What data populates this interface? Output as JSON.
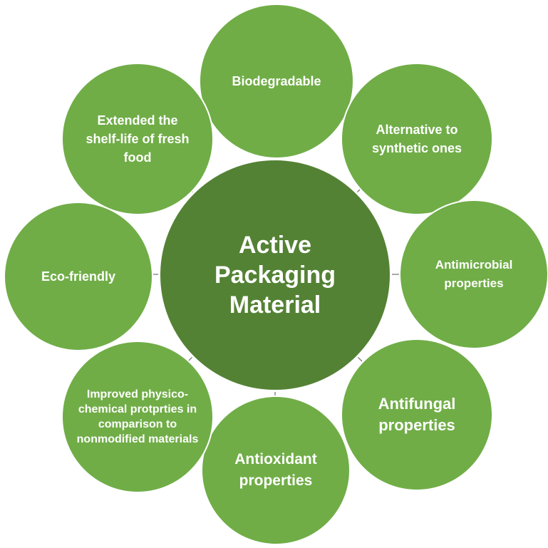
{
  "colors": {
    "center_fill": "#548235",
    "satellite_fill": "#70ad47",
    "connector": "#555555",
    "text": "#ffffff"
  },
  "center": {
    "label": "Active Packaging Material"
  },
  "satellites": {
    "biodegradable": "Biodegradable",
    "alternative": "Alternative to synthetic ones",
    "antimicrobial": "Antimicrobial properties",
    "antifungal": "Antifungal properties",
    "antioxidant": "Antioxidant properties",
    "improved": "Improved physico-chemical protprties in comparison to nonmodified materials",
    "eco_friendly": "Eco-friendly",
    "extended": "Extended the shelf-life of fresh food"
  }
}
